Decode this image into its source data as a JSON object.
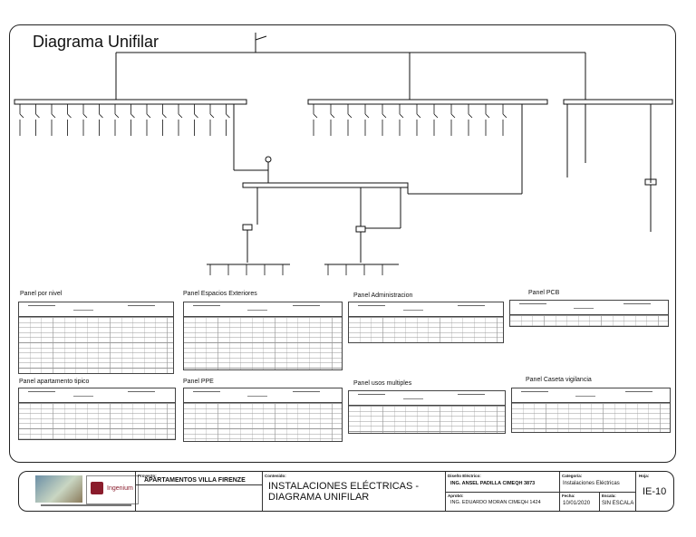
{
  "diagram": {
    "title": "Diagrama Unifilar",
    "panels": [
      "Panel por nivel",
      "Panel Espacios Exteriores",
      "Panel Administracion",
      "Panel PCB",
      "Panel apartamento tipico",
      "Panel PPE",
      "Panel usos multiples",
      "Panel Caseta vigilancia"
    ]
  },
  "title_block": {
    "project_label": "Proyecto:",
    "project": "APARTAMENTOS VILLA FIRENZE",
    "content_label": "Contenido:",
    "content": "INSTALACIONES ELÉCTRICAS - DIAGRAMA UNIFILAR",
    "design_label": "Diseño Eléctrico:",
    "designer": "ING.  ANSEL PADILLA CIMEQH 3873",
    "revision_label": "Aprobó:",
    "reviewer": "ING. EDUARDO MORAN CIMEQH 1424",
    "category_label": "Categoría:",
    "category": "Instalaciones Eléctricas",
    "date_label": "Fecha:",
    "date": "10/01/2020",
    "scale_label": "Escala:",
    "scale": "SIN ESCALA",
    "sheet_label": "Hoja:",
    "sheet": "IE-10",
    "logo_text": "Ingenium"
  }
}
